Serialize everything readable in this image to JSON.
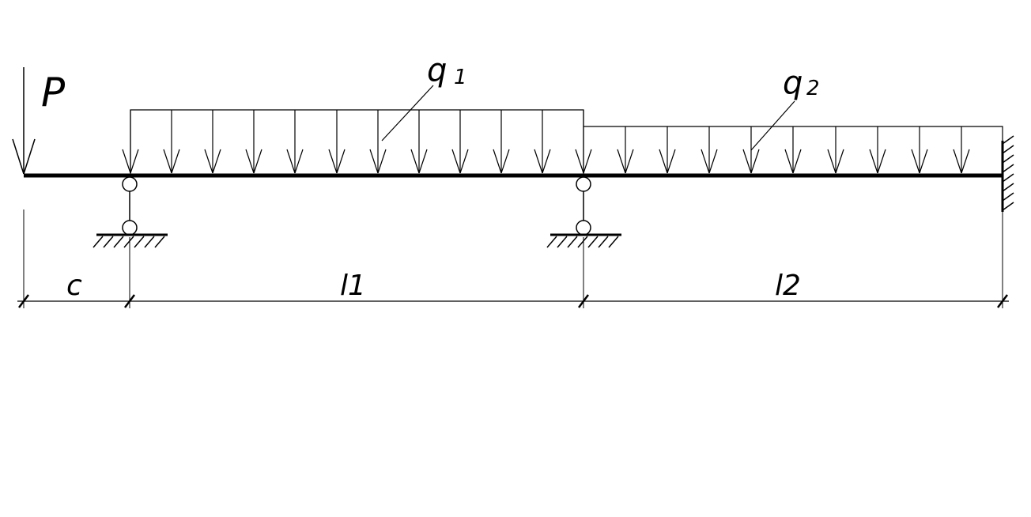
{
  "labels": {
    "force": "P",
    "load1_symbol": "q",
    "load1_index": "1",
    "load2_symbol": "q",
    "load2_index": "2",
    "dim_c": "c",
    "dim_l1": "l1",
    "dim_l2": "l2"
  }
}
